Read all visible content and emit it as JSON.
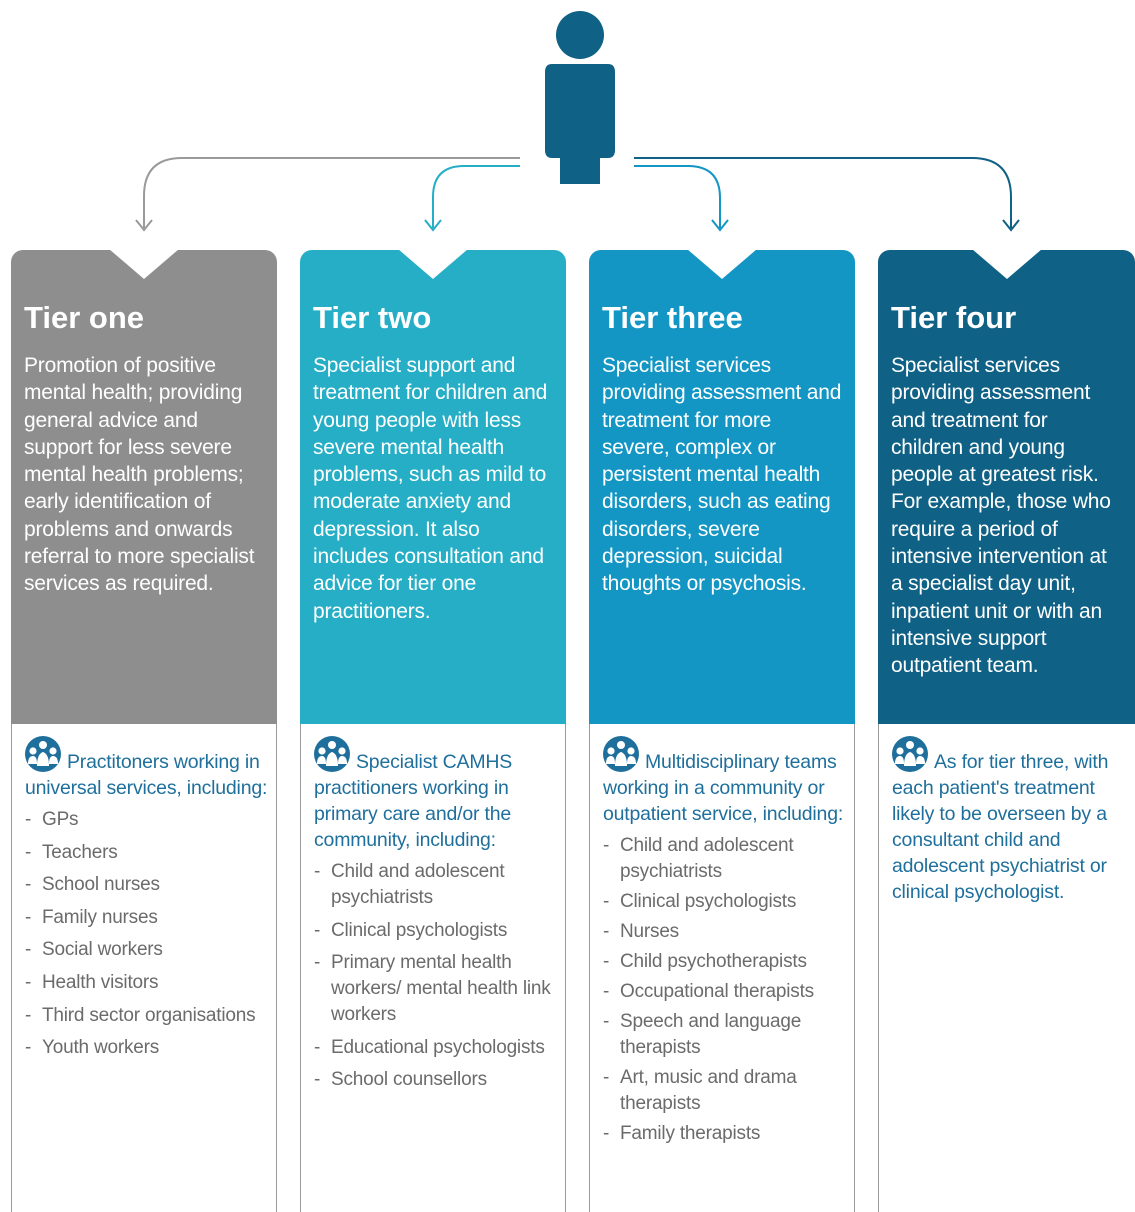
{
  "tiers": [
    {
      "title": "Tier one",
      "description": "Promotion of positive mental health; providing general advice and support for less severe mental health problems; early identification of problems and onwards referral to more specialist services as required.",
      "lead": "Practitoners working in universal services, including:",
      "items": [
        "GPs",
        "Teachers",
        "School nurses",
        "Family nurses",
        "Social workers",
        "Health visitors",
        "Third sector organisations",
        "Youth workers"
      ],
      "color": "#8e8e8e"
    },
    {
      "title": "Tier two",
      "description": "Specialist support and treatment for children and young people with less severe mental health problems, such as mild to moderate anxiety and depression. It also includes consultation and advice for tier one practitioners.",
      "lead": "Specialist CAMHS practitioners working in primary care and/or the community, including:",
      "items": [
        "Child and adolescent psychiatrists",
        "Clinical psychologists",
        "Primary mental health workers/ mental health link workers",
        "Educational psychologists",
        "School counsellors"
      ],
      "color": "#25aec5"
    },
    {
      "title": "Tier three",
      "description": "Specialist services providing assessment and treatment for more severe, complex or persistent mental health disorders, such as eating disorders, severe depression, suicidal thoughts or psychosis.",
      "lead": "Multidisciplinary teams working in a community or outpatient service, including:",
      "items": [
        "Child and adolescent psychiatrists",
        "Clinical psychologists",
        "Nurses",
        "Child psychotherapists",
        "Occupational therapists",
        "Speech and language therapists",
        "Art, music and drama therapists",
        "Family therapists"
      ],
      "color": "#1496c4"
    },
    {
      "title": "Tier four",
      "description": "Specialist services providing assessment and treatment for children and young people at greatest risk. For example, those who require a period of intensive intervention at a specialist day unit, inpatient unit or with an intensive support outpatient team.",
      "lead": "As for tier three, with each patient's treatment likely to be overseen by a consultant child and adolescent psychiatrist or clinical psychologist.",
      "items": [],
      "color": "#0f6185"
    }
  ],
  "icons": {
    "person": "person-icon",
    "group": "people-group-icon",
    "arrow": "arrow-down-icon"
  },
  "colors": {
    "person": "#0f6185",
    "lead_text": "#1f6f9c",
    "list_text": "#6b6b6b"
  }
}
